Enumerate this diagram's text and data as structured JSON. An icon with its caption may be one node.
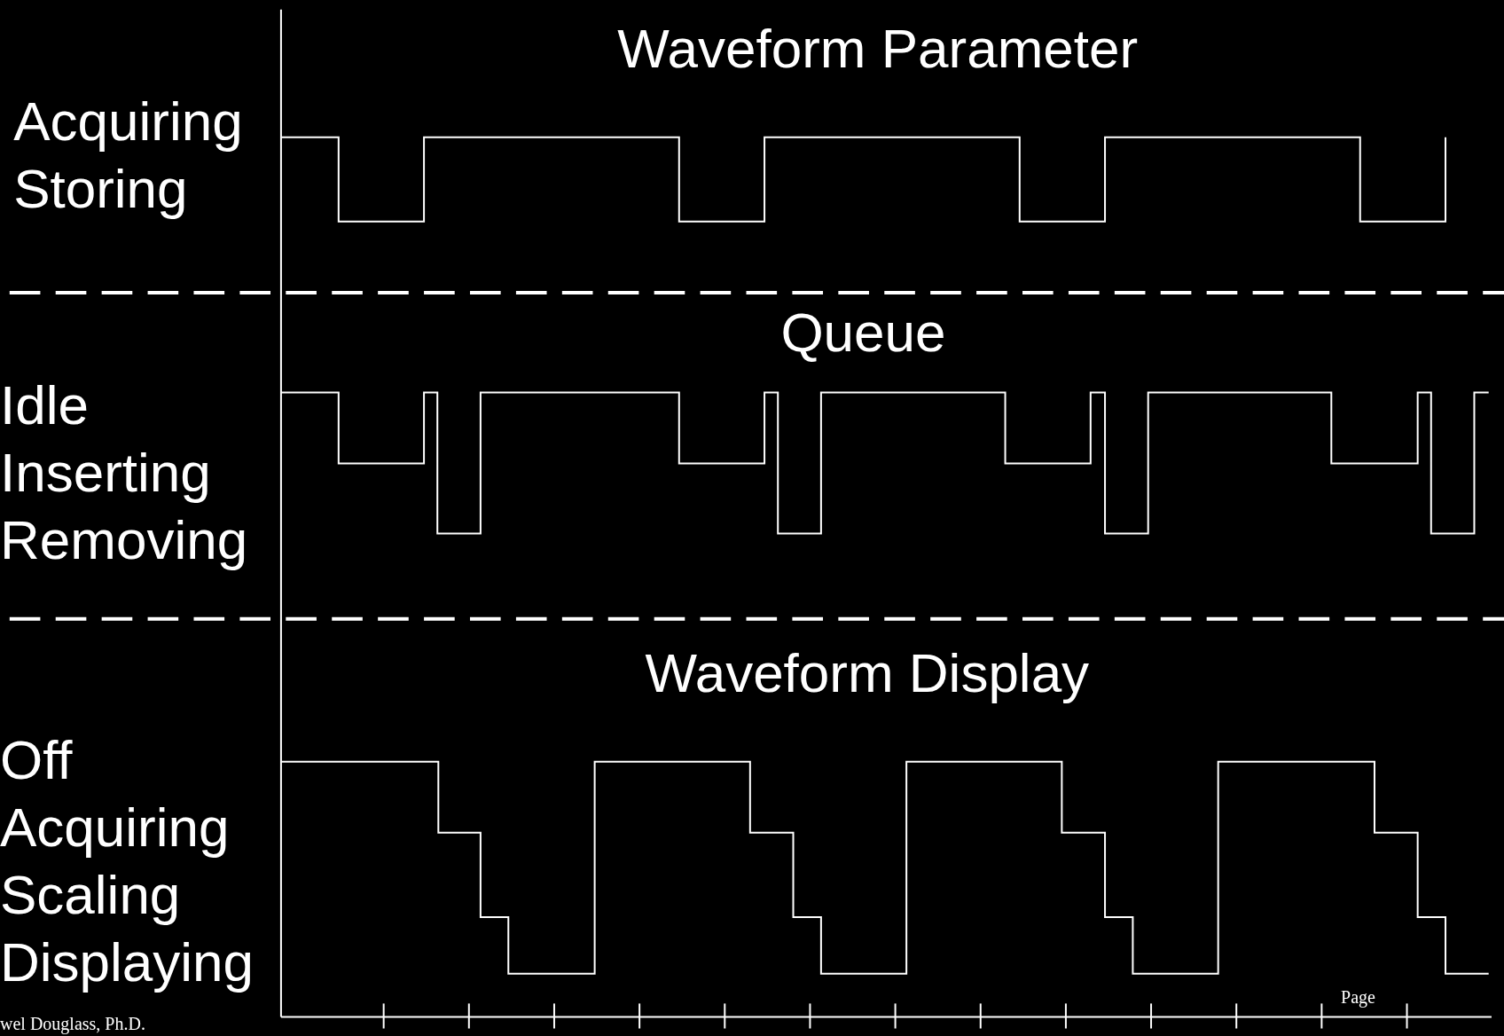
{
  "diagram": {
    "labels": [
      "Waveform Parameter",
      "Acquiring",
      "Storing",
      "Queue",
      "Idle",
      "Inserting",
      "Removing",
      "Waveform Display",
      "Off",
      "Acquiring",
      "Scaling",
      "Displaying",
      "wel Douglass, Ph.D.",
      "Page"
    ]
  }
}
